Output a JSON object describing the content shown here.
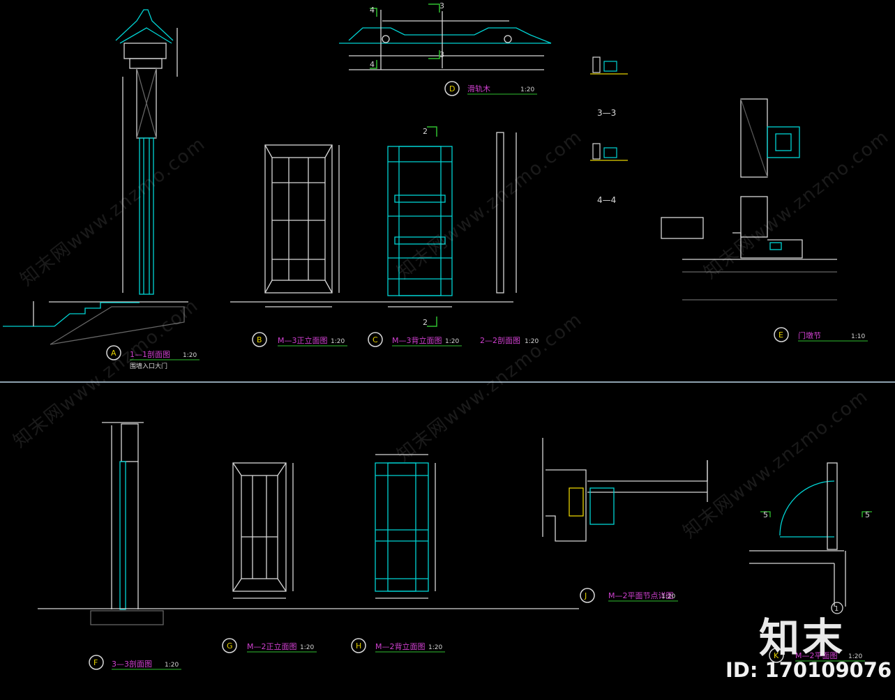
{
  "details": [
    {
      "id": "A",
      "letter": "A",
      "title": "1—1剖面图",
      "scale": "1:20",
      "note": "围墙入口大门"
    },
    {
      "id": "B",
      "letter": "B",
      "title": "M—3正立面图",
      "scale": "1:20"
    },
    {
      "id": "C",
      "letter": "C",
      "title": "M—3背立面图",
      "scale": "1:20",
      "extra_title": "2—2剖面图",
      "extra_scale": "1:20"
    },
    {
      "id": "D",
      "letter": "D",
      "title": "滑轨木",
      "scale": "1:20"
    },
    {
      "id": "E",
      "letter": "E",
      "title": "门墩节",
      "scale": "1:10"
    },
    {
      "id": "F",
      "letter": "F",
      "title": "3—3剖面图",
      "scale": "1:20"
    },
    {
      "id": "G",
      "letter": "G",
      "title": "M—2正立面图",
      "scale": "1:20"
    },
    {
      "id": "H",
      "letter": "H",
      "title": "M—2背立面图",
      "scale": "1:20"
    },
    {
      "id": "J",
      "letter": "J",
      "title": "M—2平面节点详图",
      "scale": "1:20"
    },
    {
      "id": "K",
      "letter": "K",
      "title": "M—2平面图",
      "scale": "1:20"
    }
  ],
  "section_labels": {
    "s33": "3—3",
    "s44": "4—4"
  },
  "cut_marks": {
    "two": "2",
    "three": "3",
    "four": "4",
    "five": "5"
  },
  "grid_bubble": "1",
  "watermark": "知末网www.znzmo.com",
  "logo_text": "知末",
  "id_text": "ID: 170109076",
  "colors": {
    "background": "#000000",
    "cyan": "#00d4d4",
    "white": "#d8d8d8",
    "yellow": "#e6d200",
    "red": "#d23030",
    "magenta": "#d040d0",
    "green": "#30c030",
    "divider": "#8fa2b0"
  }
}
